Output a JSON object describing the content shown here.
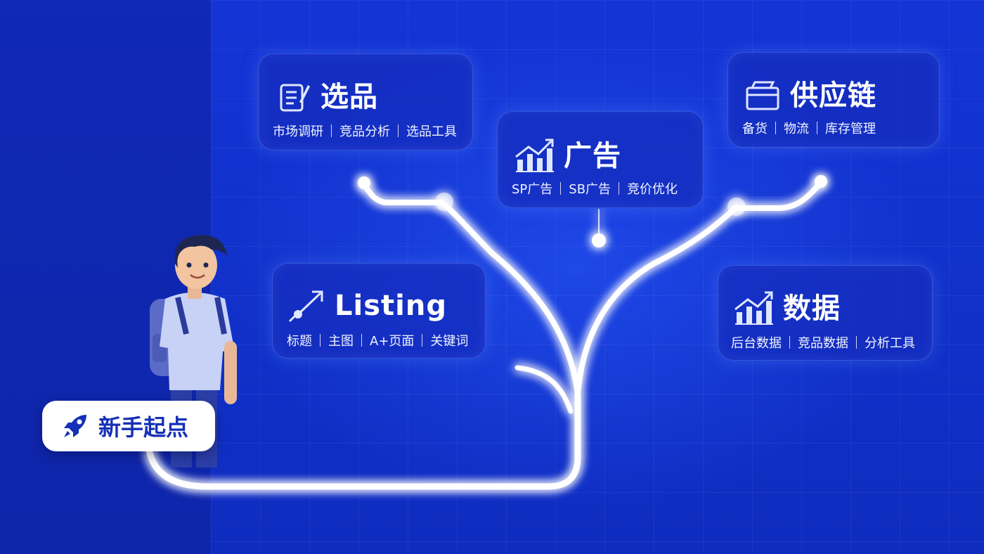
{
  "start": {
    "label": "新手起点"
  },
  "nodes": [
    {
      "id": "xuanpin",
      "title": "选品",
      "icon": "document-edit-icon",
      "tags": [
        "市场调研",
        "竞品分析",
        "选品工具"
      ]
    },
    {
      "id": "guanggao",
      "title": "广告",
      "icon": "bar-chart-growth-icon",
      "tags": [
        "SP广告",
        "SB广告",
        "竞价优化"
      ]
    },
    {
      "id": "gongyinglian",
      "title": "供应链",
      "icon": "folder-box-icon",
      "tags": [
        "备货",
        "物流",
        "库存管理"
      ]
    },
    {
      "id": "listing",
      "title": "Listing",
      "icon": "arrow-target-icon",
      "tags": [
        "标题",
        "主图",
        "A+页面",
        "关键词"
      ]
    },
    {
      "id": "shuju",
      "title": "数据",
      "icon": "bar-chart-growth-icon",
      "tags": [
        "后台数据",
        "竞品数据",
        "分析工具"
      ]
    }
  ],
  "colors": {
    "background": "#1232cc",
    "card": "#142dbe",
    "glow_line": "#ffffff",
    "accent": "#1530b8"
  }
}
